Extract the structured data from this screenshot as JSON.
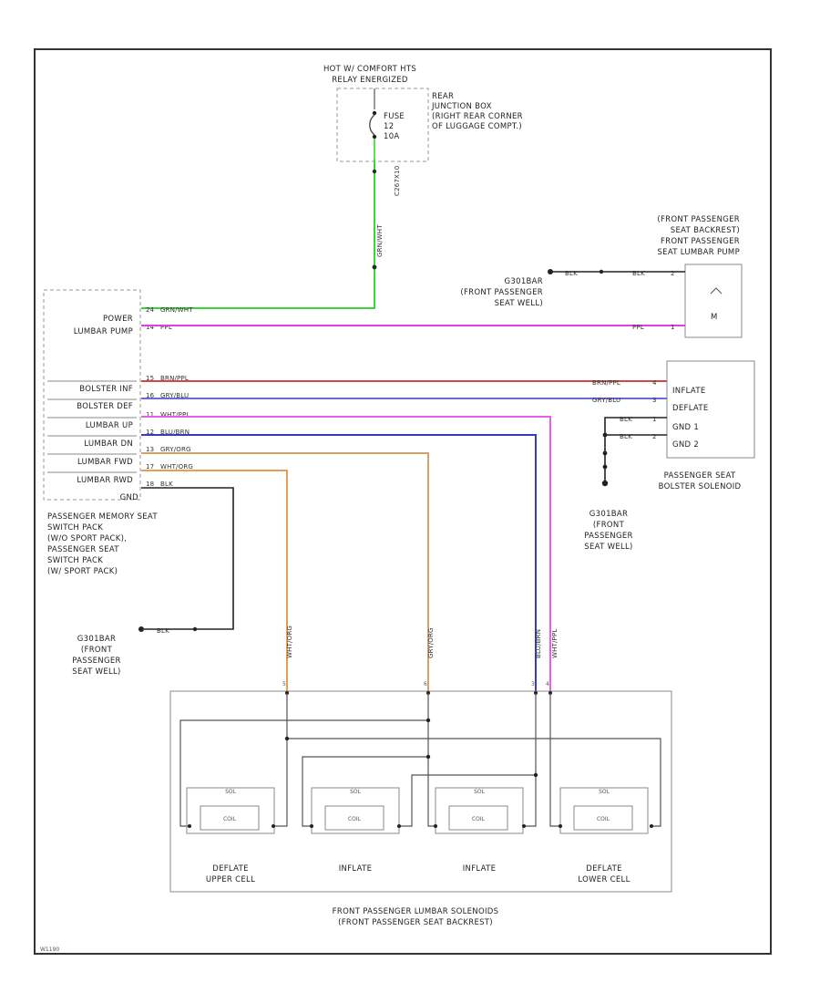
{
  "diagram": {
    "hot_source": [
      "HOT W/ COMFORT HTS",
      "RELAY ENERGIZED"
    ],
    "junction_box": [
      "REAR",
      "JUNCTION BOX",
      "(RIGHT REAR CORNER",
      "OF LUGGAGE COMPT.)"
    ],
    "fuse": [
      "FUSE",
      "12",
      "10A"
    ],
    "fuse_circuit": "C267X10",
    "power_wire": "GRN/WHT",
    "switch_pins": [
      {
        "pin": "24",
        "color": "GRN/WHT"
      },
      {
        "pin": "14",
        "color": "PPL"
      },
      {
        "pin": "15",
        "color": "BRN/PPL"
      },
      {
        "pin": "16",
        "color": "GRY/BLU"
      },
      {
        "pin": "11",
        "color": "WHT/PPL"
      },
      {
        "pin": "12",
        "color": "BLU/BRN"
      },
      {
        "pin": "13",
        "color": "GRY/ORG"
      },
      {
        "pin": "17",
        "color": "WHT/ORG"
      },
      {
        "pin": "18",
        "color": "BLK"
      }
    ],
    "switch_labels": [
      "POWER",
      "LUMBAR PUMP",
      "BOLSTER INF",
      "BOLSTER DEF",
      "LUMBAR UP",
      "LUMBAR DN",
      "LUMBAR FWD",
      "LUMBAR RWD",
      "GND"
    ],
    "switch_caption": [
      "PASSENGER MEMORY SEAT",
      "SWITCH PACK",
      "(W/O SPORT PACK),",
      "PASSENGER SEAT",
      "SWITCH PACK",
      "(W/ SPORT PACK)"
    ],
    "pump_caption": [
      "(FRONT PASSENGER",
      "SEAT BACKREST)",
      "FRONT PASSENGER",
      "SEAT LUMBAR PUMP"
    ],
    "pump_wires": [
      {
        "color": "BLK",
        "pin": "2"
      },
      {
        "color": "PPL",
        "pin": "1"
      }
    ],
    "ground_top": {
      "code": "G301BAR",
      "wire": "BLK",
      "label": [
        "(FRONT PASSENGER",
        "SEAT WELL)"
      ]
    },
    "bolster_labels": [
      "INFLATE",
      "DEFLATE",
      "GND 1",
      "GND 2"
    ],
    "bolster_wires": [
      {
        "color": "BRN/PPL",
        "pin": "4"
      },
      {
        "color": "GRY/BLU",
        "pin": "3"
      },
      {
        "color": "BLK",
        "pin": "1"
      },
      {
        "color": "BLK",
        "pin": "2"
      }
    ],
    "bolster_caption": [
      "PASSENGER SEAT",
      "BOLSTER SOLENOID"
    ],
    "ground_right": {
      "code": "G301BAR",
      "label": [
        "(FRONT",
        "PASSENGER",
        "SEAT WELL)"
      ]
    },
    "ground_left": {
      "code": "G301BAR",
      "wire": "BLK",
      "label": [
        "(FRONT",
        "PASSENGER",
        "SEAT WELL)"
      ]
    },
    "vertical_wires": [
      "WHT/ORG",
      "GRY/ORG",
      "BLU/BRN",
      "WHT/PPL"
    ],
    "lumbar_pins": [
      "5",
      "6",
      "3",
      "4"
    ],
    "cells": [
      {
        "top": "SOL",
        "inner": "COIL",
        "name": [
          "DEFLATE",
          "UPPER CELL"
        ]
      },
      {
        "top": "SOL",
        "inner": "COIL",
        "name": [
          "INFLATE"
        ]
      },
      {
        "top": "SOL",
        "inner": "COIL",
        "name": [
          "INFLATE"
        ]
      },
      {
        "top": "SOL",
        "inner": "COIL",
        "name": [
          "DEFLATE",
          "LOWER CELL"
        ]
      }
    ],
    "lumbar_caption": [
      "FRONT PASSENGER LUMBAR SOLENOIDS",
      "(FRONT PASSENGER SEAT BACKREST)"
    ],
    "footer_code": "W1190"
  },
  "colors": {
    "green": "#38d438",
    "magenta": "#e040e0",
    "brown_red": "#d04848",
    "blue_violet": "#6a6ad8",
    "pink": "#ec5cec",
    "navy": "#3a3ac0",
    "tan": "#d7a06a",
    "orange": "#e49e58",
    "black": "#222222"
  }
}
